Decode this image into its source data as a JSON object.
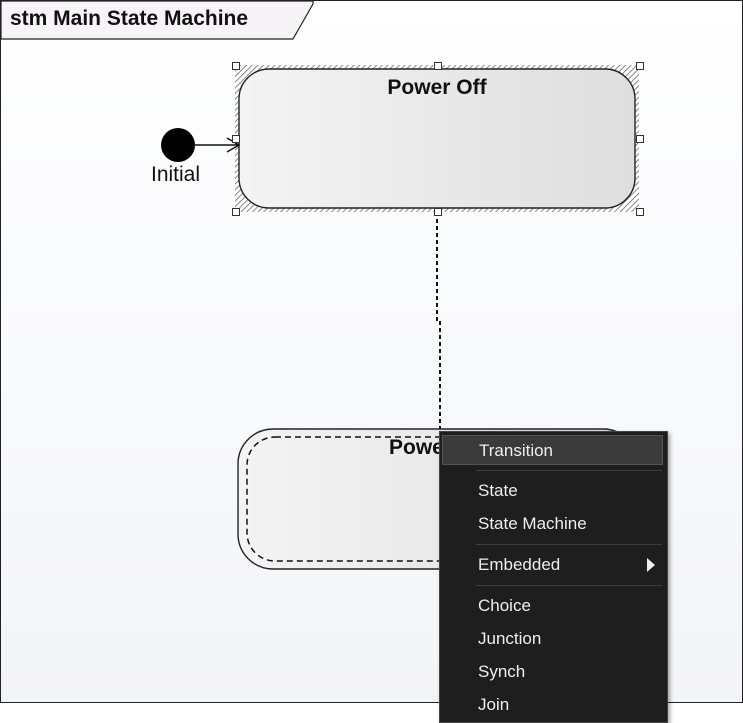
{
  "diagram": {
    "frame_title": "stm Main State Machine",
    "states": [
      {
        "id": "power-off",
        "label": "Power Off"
      },
      {
        "id": "power-on",
        "label": "Power On"
      }
    ],
    "initial_label": "Initial"
  },
  "context_menu": {
    "items": [
      {
        "label": "Transition"
      },
      {
        "label": "State"
      },
      {
        "label": "State Machine"
      },
      {
        "label": "Embedded"
      },
      {
        "label": "Choice"
      },
      {
        "label": "Junction"
      },
      {
        "label": "Synch"
      },
      {
        "label": "Join"
      }
    ]
  }
}
